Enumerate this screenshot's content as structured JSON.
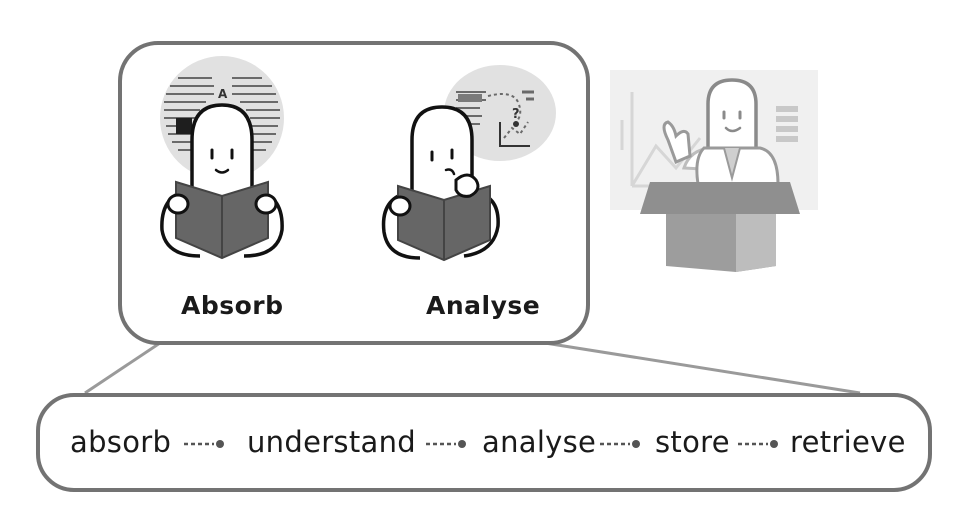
{
  "panel": {
    "labels": [
      "Absorb",
      "Analyse"
    ]
  },
  "process": {
    "steps": [
      "absorb",
      "understand",
      "analyse",
      "store",
      "retrieve"
    ]
  },
  "colors": {
    "outline": "#6e6e6e",
    "book": "#666666",
    "bubble": "#dcdcdc",
    "text": "#1a1a1a"
  }
}
